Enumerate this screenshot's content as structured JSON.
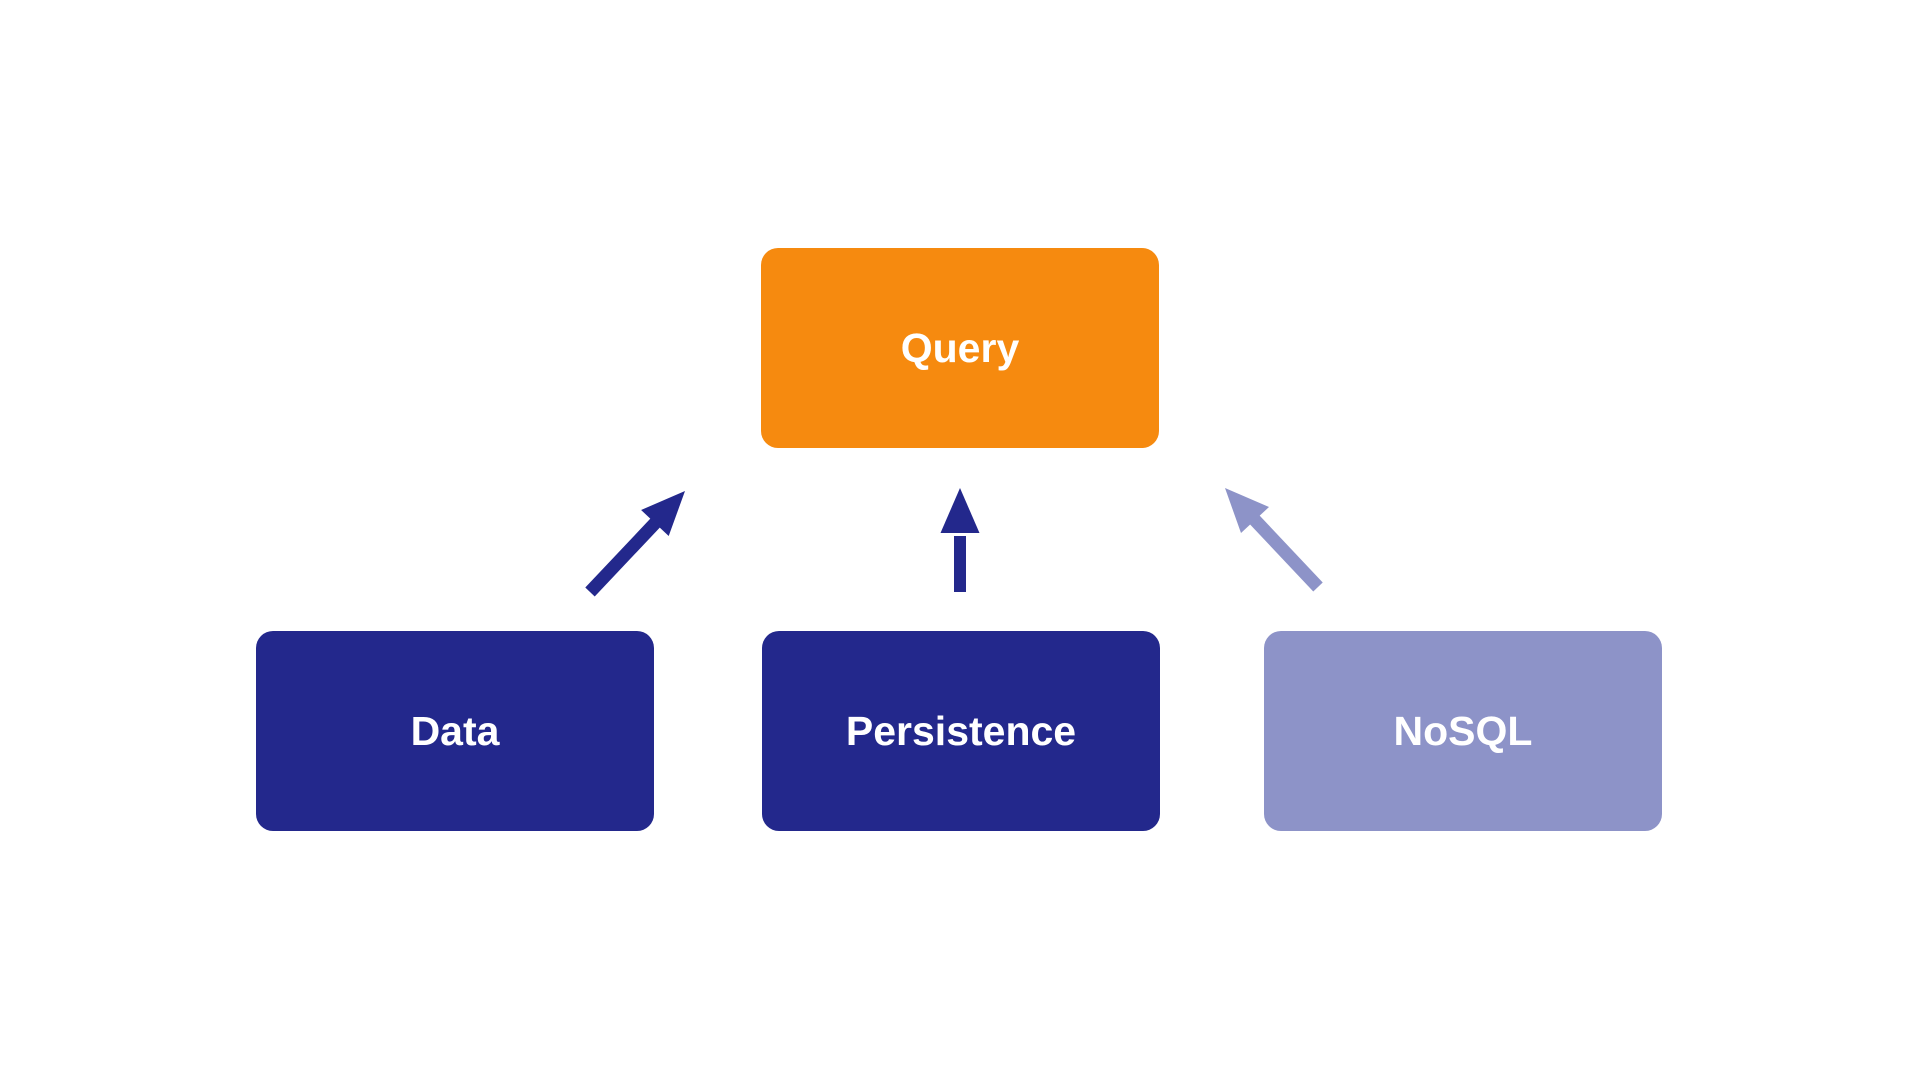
{
  "diagram": {
    "background_color": "#ffffff",
    "nodes": [
      {
        "id": "query",
        "label": "Query",
        "fill": "#F68A0F",
        "text_color": "#FFFFFF"
      },
      {
        "id": "data",
        "label": "Data",
        "fill": "#23288C",
        "text_color": "#FFFFFF"
      },
      {
        "id": "persistence",
        "label": "Persistence",
        "fill": "#23288C",
        "text_color": "#FFFFFF"
      },
      {
        "id": "nosql",
        "label": "NoSQL",
        "fill": "#8D93C8",
        "text_color": "#FFFFFF"
      }
    ],
    "edges": [
      {
        "from": "Data",
        "to": "Query",
        "color": "#23288C"
      },
      {
        "from": "Persistence",
        "to": "Query",
        "color": "#23288C"
      },
      {
        "from": "NoSQL",
        "to": "Query",
        "color": "#8D93C8"
      }
    ]
  }
}
